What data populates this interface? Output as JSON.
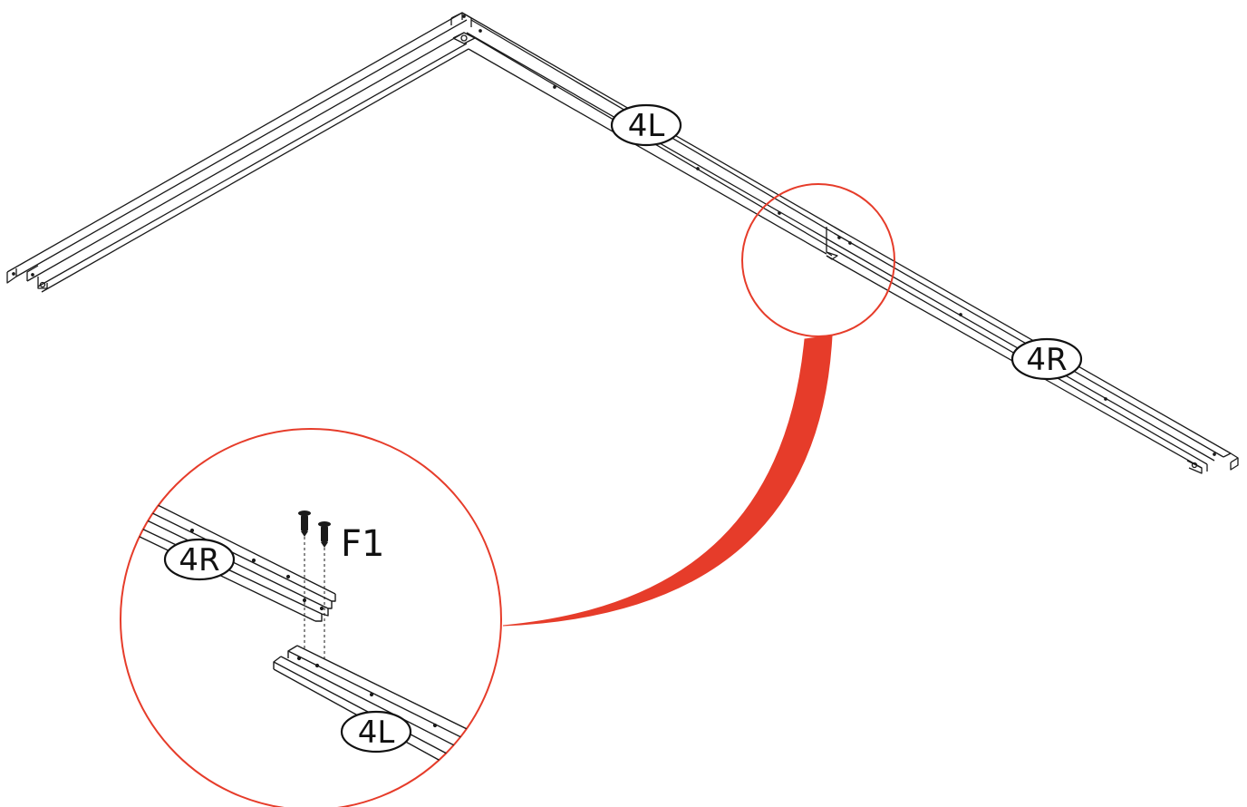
{
  "labels": {
    "main_left_rail": "4L",
    "main_right_rail": "4R",
    "detail_upper_rail": "4R",
    "detail_lower_rail": "4L",
    "fastener": "F1"
  },
  "colors": {
    "line": "#1a1a1a",
    "callout": "#e63c2a",
    "background": "#ffffff"
  },
  "icons": {
    "screw": "screw-icon"
  }
}
